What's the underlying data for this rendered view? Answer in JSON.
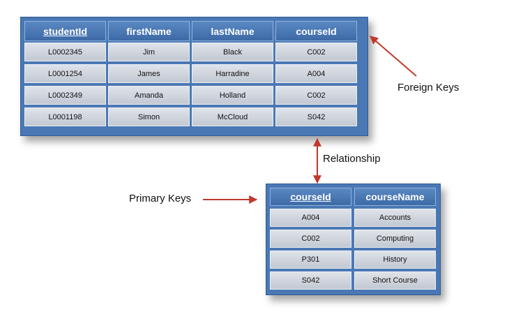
{
  "student_table": {
    "headers": [
      "studentId",
      "firstName",
      "lastName",
      "courseId"
    ],
    "rows": [
      [
        "L0002345",
        "Jim",
        "Black",
        "C002"
      ],
      [
        "L0001254",
        "James",
        "Harradine",
        "A004"
      ],
      [
        "L0002349",
        "Amanda",
        "Holland",
        "C002"
      ],
      [
        "L0001198",
        "Simon",
        "McCloud",
        "S042"
      ]
    ]
  },
  "course_table": {
    "headers": [
      "courseId",
      "courseName"
    ],
    "rows": [
      [
        "A004",
        "Accounts"
      ],
      [
        "C002",
        "Computing"
      ],
      [
        "P301",
        "History"
      ],
      [
        "S042",
        "Short Course"
      ]
    ]
  },
  "labels": {
    "foreign_keys": "Foreign Keys",
    "relationship": "Relationship",
    "primary_keys": "Primary Keys"
  },
  "colors": {
    "table_frame": "#4a78b4",
    "header_fill": "#4a78b4",
    "cell_fill": "#cdd2da",
    "arrow": "#c0392b"
  }
}
